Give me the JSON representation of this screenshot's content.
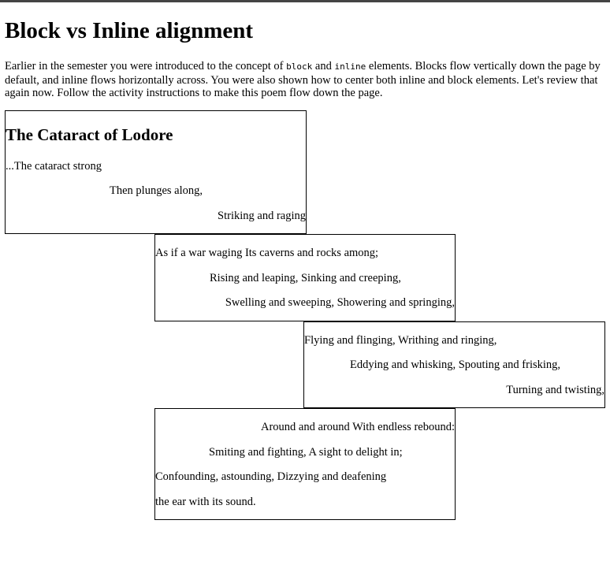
{
  "page": {
    "title": "Block vs Inline alignment",
    "intro": {
      "part1": "Earlier in the semester you were introduced to the concept of ",
      "code_block": "block",
      "part2": " and ",
      "code_inline": "inline",
      "part3": " elements. Blocks flow vertically down the page by default, and inline flows horizontally across. You were also shown how to center both inline and block elements. Let's review that again now. Follow the activity instructions to make this poem flow down the page."
    }
  },
  "poem": {
    "title": "The Cataract of Lodore",
    "box1": {
      "line1": "...The cataract strong",
      "line2": "Then plunges along,",
      "line3": "Striking and raging"
    },
    "box2": {
      "line1": "As if a war waging Its caverns and rocks among;",
      "line2": "Rising and leaping, Sinking and creeping,",
      "line3": "Swelling and sweeping, Showering and springing,"
    },
    "box3": {
      "line1": "Flying and flinging, Writhing and ringing,",
      "line2": "Eddying and whisking, Spouting and frisking,",
      "line3": "Turning and twisting,"
    },
    "box4": {
      "line1": "Around and around With endless rebound:",
      "line2": "Smiting and fighting, A sight to delight in;",
      "line3": "Confounding, astounding, Dizzying and deafening",
      "line4": "the ear with its sound."
    }
  }
}
